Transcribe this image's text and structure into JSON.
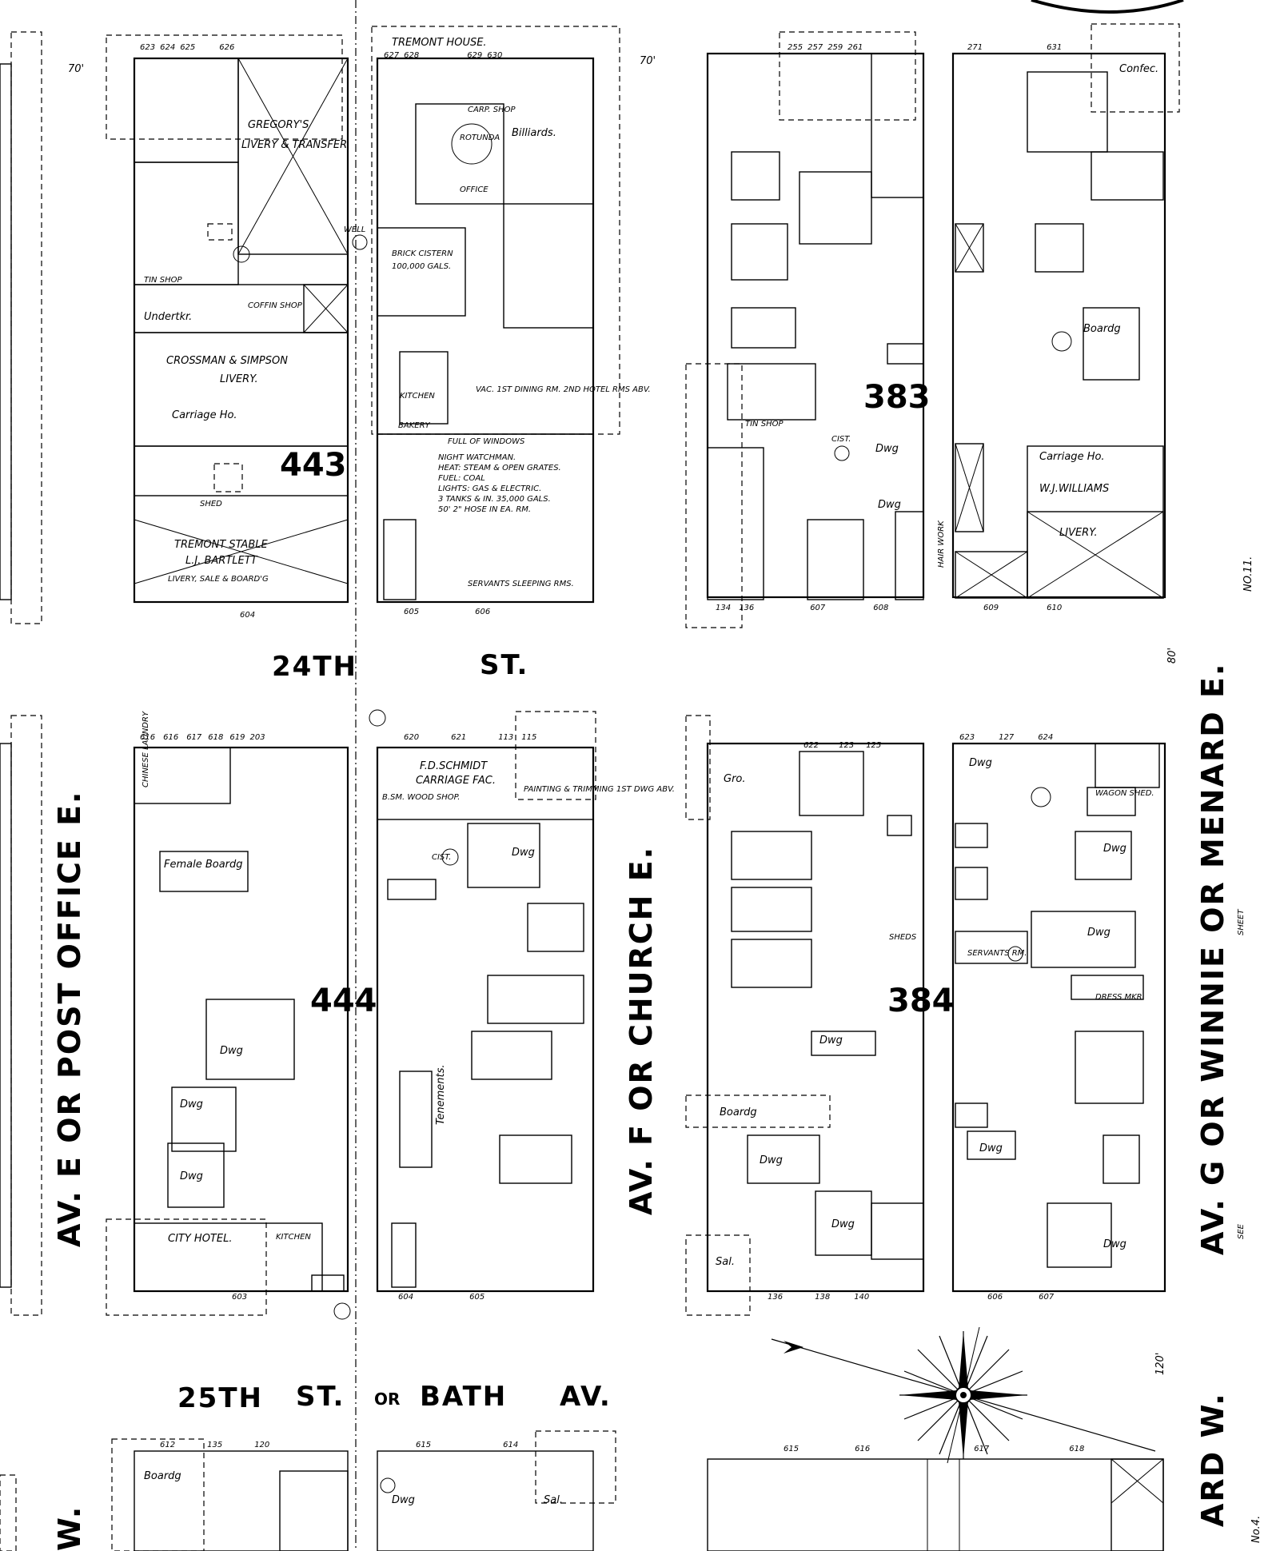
{
  "streets": {
    "st24_main": "24TH",
    "st24_suffix": "ST.",
    "st25_main": "25TH",
    "st25_a": "ST.",
    "st25_or": "OR",
    "st25_b": "BATH",
    "st25_c": "AV."
  },
  "avenues": {
    "ave_e": "AV. E OR POST OFFICE E.",
    "ave_f": "AV. F OR CHURCH E.",
    "ave_g": "AV. G OR WINNIE OR MENARD E.",
    "ave_g_see": "SEE",
    "ave_g_sheet": "SHEET",
    "ave_g_no": "NO.11.",
    "bottom_right_a": "ARD W.",
    "bottom_right_no": "No.4.",
    "bottom_left": "W."
  },
  "block_numbers": {
    "b443": "443",
    "b444": "444",
    "b383": "383",
    "b384": "384"
  },
  "labels": {
    "tremont_house": "TREMONT HOUSE.",
    "gregorys": "GREGORY'S",
    "livery_transfer": "LIVERY & TRANSFER",
    "crossman": "CROSSMAN & SIMPSON",
    "livery": "LIVERY.",
    "carriage_ho": "Carriage Ho.",
    "tremont_stable": "TREMONT STABLE",
    "bartlett": "L.J. BARTLETT",
    "livery_sale": "LIVERY, SALE & BOARD'G",
    "shed": "SHED",
    "billiards": "Billiards.",
    "office": "OFFICE",
    "rotunda": "ROTUNDA",
    "brick_cistern": "BRICK CISTERN",
    "gals": "100,000 GALS.",
    "dining": "VAC. 1ST DINING RM. 2ND HOTEL RMS ABV.",
    "kitchen": "KITCHEN",
    "bakery": "BAKERY",
    "full_windows": "FULL OF WINDOWS",
    "night_watch": "NIGHT WATCHMAN.",
    "heat": "HEAT: STEAM & OPEN GRATES.",
    "fuel": "FUEL: COAL",
    "lights": "LIGHTS: GAS & ELECTRIC.",
    "tanks": "3 TANKS & IN. 35,000 GALS.",
    "hose": "50' 2\" HOSE IN EA. RM.",
    "servants": "SERVANTS SLEEPING RMS.",
    "tin_shop": "TIN SHOP",
    "undertkr": "Undertkr.",
    "coffin_shop": "COFFIN SHOP",
    "carriage_ho2": "Carriage Ho.",
    "williams": "W.J.WILLIAMS",
    "livery2": "LIVERY.",
    "boardg": "Boardg",
    "dwg": "Dwg",
    "schmidt": "F.D.SCHMIDT",
    "carriage_fac": "CARRIAGE FAC.",
    "painting": "PAINTING & TRIMMING 1ST DWG ABV.",
    "wood_shop": "B.SM. WOOD SHOP.",
    "female_boardg": "Female Boardg",
    "city_hotel": "CITY HOTEL.",
    "kitchen2": "KITCHEN",
    "gro": "Gro.",
    "sal": "Sal.",
    "conf": "Confec.",
    "wagon_shed": "WAGON SHED.",
    "tenements": "Tenements.",
    "hair_work": "HAIR WORK",
    "sheds": "SHEDS",
    "servants_rm": "SERVANTS RM.",
    "cist": "CIST.",
    "well": "WELL",
    "carp_shop": "CARP. SHOP",
    "dress_mkr": "DRESS MKR.",
    "chinese_laundry": "CHINESE LAUNDRY"
  },
  "addresses": {
    "top_a": [
      "623",
      "624",
      "625",
      "626"
    ],
    "top_b": [
      "627",
      "628",
      "629",
      "630"
    ],
    "top_c": [
      "255",
      "257",
      "259",
      "261"
    ],
    "top_d": [
      "271",
      "631"
    ],
    "mid_a": [
      "616",
      "616",
      "617",
      "618",
      "619",
      "203"
    ],
    "mid_b": [
      "620",
      "621",
      "113",
      "115"
    ],
    "mid_c": [
      "622",
      "123",
      "125"
    ],
    "mid_d": [
      "623",
      "127",
      "624"
    ],
    "bot_a": [
      "604",
      "605",
      "606"
    ],
    "bot_b": [
      "134",
      "136",
      "607",
      "608"
    ],
    "bot_c": [
      "609",
      "610"
    ],
    "bot2_a": [
      "603"
    ],
    "bot2_b": [
      "604",
      "605"
    ],
    "bot2_c": [
      "136",
      "138",
      "140"
    ],
    "bot2_d": [
      "606",
      "607"
    ],
    "lower_a": [
      "612",
      "135",
      "120"
    ],
    "lower_b": [
      "615",
      "614"
    ],
    "lower_c": [
      "615",
      "616",
      "617",
      "618"
    ]
  },
  "dimensions": {
    "top_left": "70'",
    "top_right": "70'",
    "right_mid": "80'",
    "right_low": "120'"
  }
}
